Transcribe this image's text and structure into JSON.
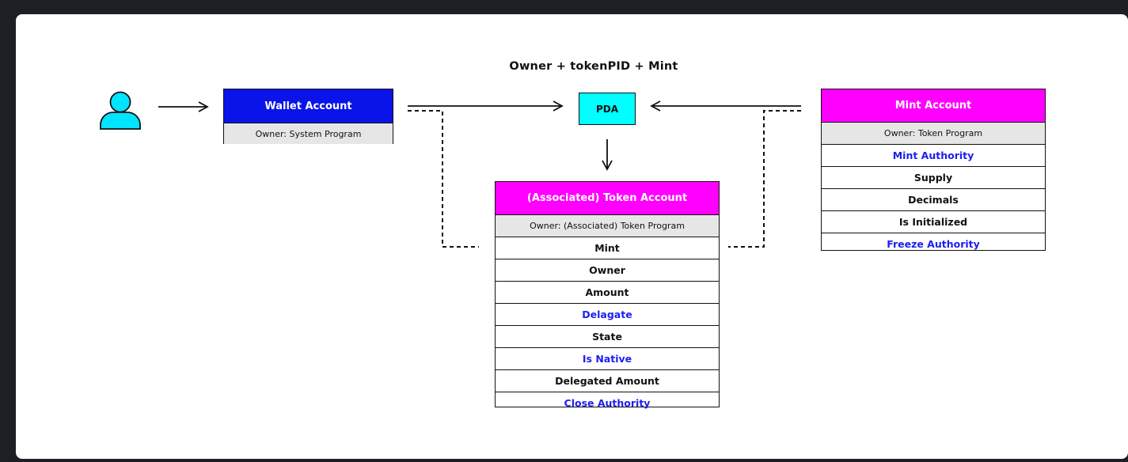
{
  "caption": "Owner + tokenPID + Mint",
  "user": {
    "icon": "user-icon",
    "color": "#00e5ff"
  },
  "wallet": {
    "title": "Wallet Account",
    "owner": "Owner: System Program",
    "header_color": "#0a14e8"
  },
  "pda": {
    "label": "PDA",
    "color": "#00ffff"
  },
  "token_account": {
    "title": "(Associated) Token Account",
    "owner": "Owner: (Associated) Token Program",
    "header_color": "#ff00ff",
    "fields": [
      {
        "label": "Mint",
        "highlight": false
      },
      {
        "label": "Owner",
        "highlight": false
      },
      {
        "label": "Amount",
        "highlight": false
      },
      {
        "label": "Delagate",
        "highlight": true
      },
      {
        "label": "State",
        "highlight": false
      },
      {
        "label": "Is Native",
        "highlight": true
      },
      {
        "label": "Delegated Amount",
        "highlight": false
      },
      {
        "label": "Close Authority",
        "highlight": true
      }
    ]
  },
  "mint_account": {
    "title": "Mint Account",
    "owner": "Owner: Token Program",
    "header_color": "#ff00ff",
    "fields": [
      {
        "label": "Mint Authority",
        "highlight": true
      },
      {
        "label": "Supply",
        "highlight": false
      },
      {
        "label": "Decimals",
        "highlight": false
      },
      {
        "label": "Is Initialized",
        "highlight": false
      },
      {
        "label": "Freeze Authority",
        "highlight": true
      }
    ]
  },
  "colors": {
    "link_blue": "#1d1ef0",
    "background": "#ffffff",
    "frame": "#1d1f24"
  }
}
